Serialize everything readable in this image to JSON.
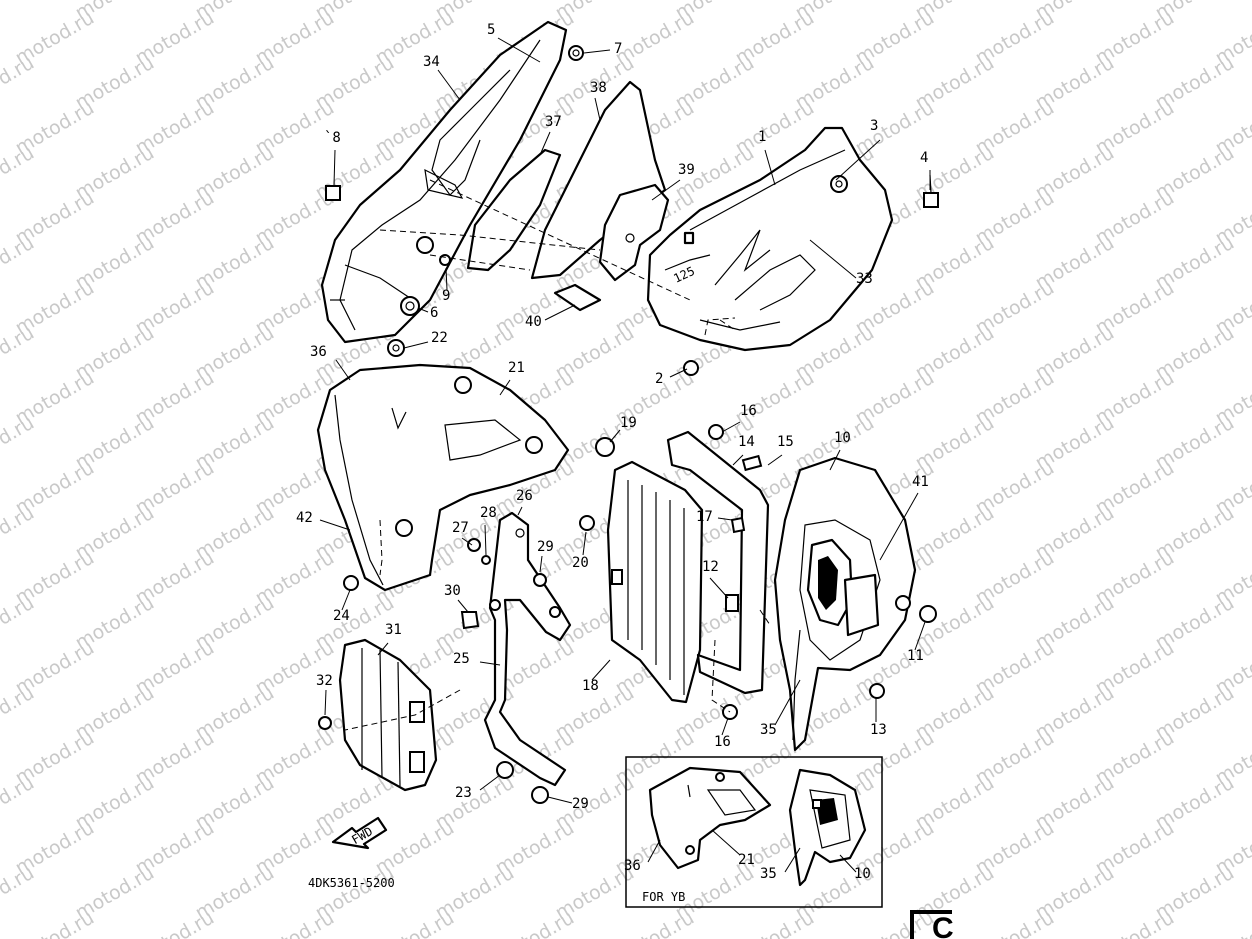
{
  "watermark": "motod.ru",
  "diagram_code": "4DK5361-5200",
  "fwd_label": "FWD",
  "inset": {
    "label": "FOR YB"
  },
  "corner_mark": "C",
  "callouts": [
    {
      "id": "c1",
      "label": "1"
    },
    {
      "id": "c2",
      "label": "2"
    },
    {
      "id": "c3",
      "label": "3"
    },
    {
      "id": "c4",
      "label": "4"
    },
    {
      "id": "c5",
      "label": "5"
    },
    {
      "id": "c6",
      "label": "6"
    },
    {
      "id": "c7",
      "label": "7"
    },
    {
      "id": "c8",
      "label": "`8"
    },
    {
      "id": "c9",
      "label": "9"
    },
    {
      "id": "c10",
      "label": "10"
    },
    {
      "id": "c11",
      "label": "11"
    },
    {
      "id": "c12",
      "label": "12"
    },
    {
      "id": "c13",
      "label": "13"
    },
    {
      "id": "c14",
      "label": "14"
    },
    {
      "id": "c15",
      "label": "15"
    },
    {
      "id": "c16a",
      "label": "16"
    },
    {
      "id": "c16b",
      "label": "16"
    },
    {
      "id": "c17",
      "label": "17"
    },
    {
      "id": "c18",
      "label": "18"
    },
    {
      "id": "c19",
      "label": "19"
    },
    {
      "id": "c20",
      "label": "20"
    },
    {
      "id": "c21",
      "label": "21"
    },
    {
      "id": "c22",
      "label": "22"
    },
    {
      "id": "c23",
      "label": "23"
    },
    {
      "id": "c24",
      "label": "24"
    },
    {
      "id": "c25",
      "label": "25"
    },
    {
      "id": "c26",
      "label": "26"
    },
    {
      "id": "c27",
      "label": "27"
    },
    {
      "id": "c28",
      "label": "28"
    },
    {
      "id": "c29a",
      "label": "29"
    },
    {
      "id": "c29b",
      "label": "29"
    },
    {
      "id": "c30",
      "label": "30"
    },
    {
      "id": "c31",
      "label": "31"
    },
    {
      "id": "c32",
      "label": "32"
    },
    {
      "id": "c33",
      "label": "33"
    },
    {
      "id": "c34",
      "label": "34"
    },
    {
      "id": "c35",
      "label": "35"
    },
    {
      "id": "c36",
      "label": "36"
    },
    {
      "id": "c37",
      "label": "37"
    },
    {
      "id": "c38",
      "label": "38"
    },
    {
      "id": "c39",
      "label": "39"
    },
    {
      "id": "c40",
      "label": "40"
    },
    {
      "id": "c41",
      "label": "41"
    },
    {
      "id": "c42",
      "label": "42"
    },
    {
      "id": "c21i",
      "label": "21"
    },
    {
      "id": "c35i",
      "label": "35"
    },
    {
      "id": "c36i",
      "label": "36"
    },
    {
      "id": "c10i",
      "label": "10"
    }
  ]
}
